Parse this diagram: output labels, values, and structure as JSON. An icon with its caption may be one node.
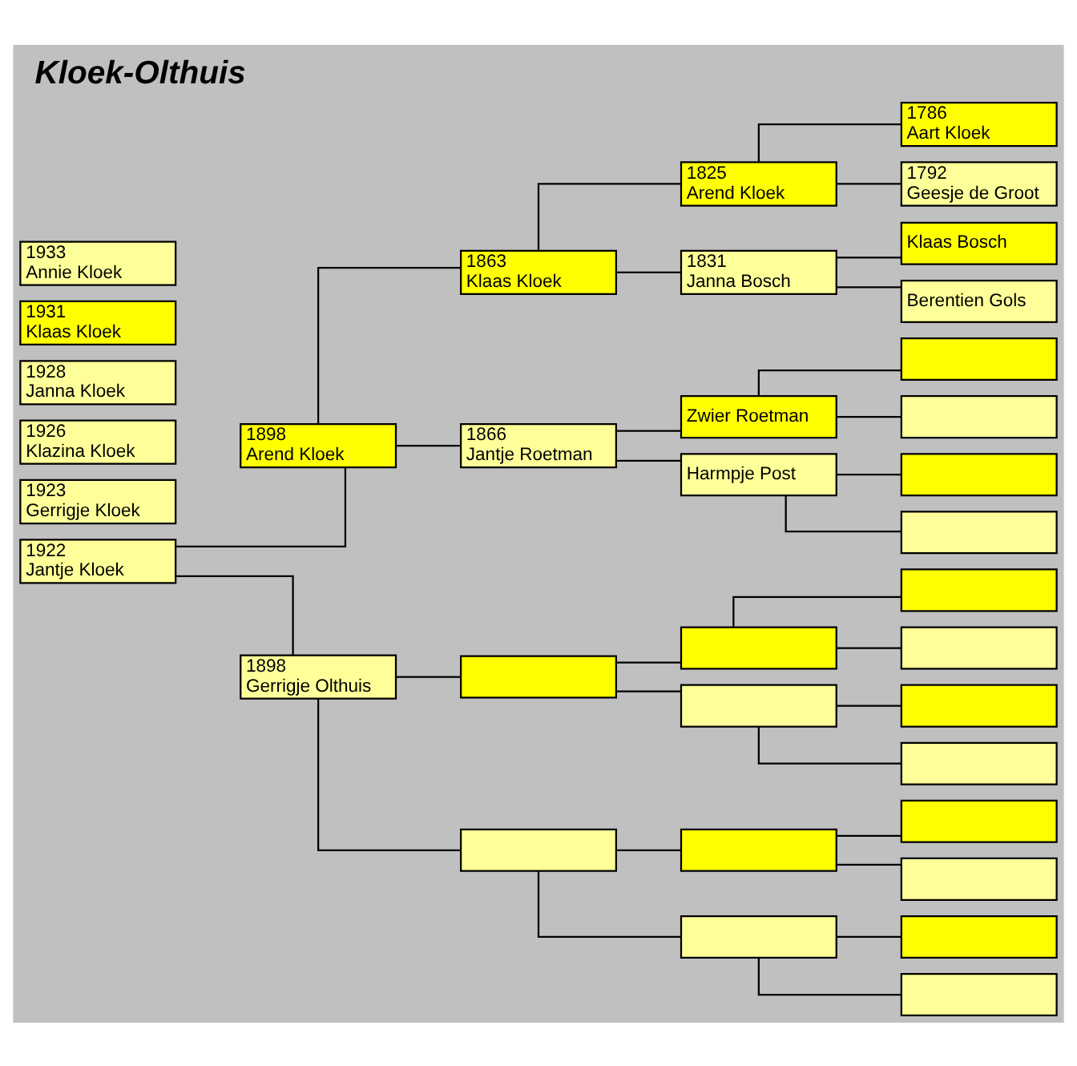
{
  "diagram": {
    "title": "Kloek-Olthuis",
    "nodes": [
      {
        "text": [
          "1922",
          "Jantje Kloek"
        ]
      },
      {
        "text": [
          "1923",
          "Gerrigje Kloek"
        ]
      },
      {
        "text": [
          "1926",
          "Klazina Kloek"
        ]
      },
      {
        "text": [
          "1928",
          "Janna Kloek"
        ]
      },
      {
        "text": [
          "1931",
          "Klaas Kloek"
        ]
      },
      {
        "text": [
          "1933",
          "Annie Kloek"
        ]
      },
      {
        "text": [
          "1898",
          "Arend Kloek"
        ]
      },
      {
        "text": [
          "1898",
          "Gerrigje Olthuis"
        ]
      },
      {
        "text": [
          "1863",
          "Klaas Kloek"
        ]
      },
      {
        "text": [
          "1866",
          "Jantje Roetman"
        ]
      },
      {
        "text": [],
        "shape": "box"
      },
      {
        "text": [],
        "shape": "box"
      },
      {
        "text": [
          "1825",
          "Arend Kloek"
        ]
      },
      {
        "text": [
          "1831",
          "Janna Bosch"
        ]
      },
      {
        "text": [
          "Zwier Roetman"
        ]
      },
      {
        "text": [
          "Harmpje Post"
        ]
      },
      {
        "text": [],
        "shape": "box"
      },
      {
        "text": [],
        "shape": "box"
      },
      {
        "text": [],
        "shape": "box"
      },
      {
        "text": [],
        "shape": "box"
      },
      {
        "text": [
          "1786",
          "Aart Kloek"
        ]
      },
      {
        "text": [
          "1792",
          "Geesje de Groot"
        ]
      },
      {
        "text": [
          "Klaas Bosch"
        ]
      },
      {
        "text": [
          "Berentien Gols"
        ]
      },
      {
        "text": [],
        "shape": "box"
      },
      {
        "text": [],
        "shape": "box"
      },
      {
        "text": [],
        "shape": "box"
      },
      {
        "text": [],
        "shape": "box"
      },
      {
        "text": [],
        "shape": "box"
      },
      {
        "text": [],
        "shape": "box"
      },
      {
        "text": [],
        "shape": "box"
      },
      {
        "text": [],
        "shape": "box"
      },
      {
        "text": [],
        "shape": "box"
      },
      {
        "text": [],
        "shape": "box"
      },
      {
        "text": [],
        "shape": "box"
      },
      {
        "text": [],
        "shape": "box"
      }
    ],
    "edges": [
      {
        "from": 0,
        "to": 6,
        "arrow": "none"
      },
      {
        "from": 0,
        "to": 7,
        "arrow": "none"
      },
      {
        "from": 6,
        "to": 8,
        "arrow": "none"
      },
      {
        "from": 6,
        "to": 9,
        "arrow": "none"
      },
      {
        "from": 7,
        "to": 10,
        "arrow": "none"
      },
      {
        "from": 7,
        "to": 11,
        "arrow": "none"
      },
      {
        "from": 8,
        "to": 12,
        "arrow": "none"
      },
      {
        "from": 8,
        "to": 13,
        "arrow": "none"
      },
      {
        "from": 9,
        "to": 14,
        "arrow": "none"
      },
      {
        "from": 9,
        "to": 15,
        "arrow": "none"
      },
      {
        "from": 10,
        "to": 16,
        "arrow": "none"
      },
      {
        "from": 10,
        "to": 17,
        "arrow": "none"
      },
      {
        "from": 11,
        "to": 18,
        "arrow": "none"
      },
      {
        "from": 11,
        "to": 19,
        "arrow": "none"
      },
      {
        "from": 12,
        "to": 20,
        "arrow": "none"
      },
      {
        "from": 12,
        "to": 21,
        "arrow": "none"
      },
      {
        "from": 13,
        "to": 22,
        "arrow": "none"
      },
      {
        "from": 13,
        "to": 23,
        "arrow": "none"
      },
      {
        "from": 14,
        "to": 24,
        "arrow": "none"
      },
      {
        "from": 14,
        "to": 25,
        "arrow": "none"
      },
      {
        "from": 15,
        "to": 26,
        "arrow": "none"
      },
      {
        "from": 15,
        "to": 27,
        "arrow": "none"
      },
      {
        "from": 16,
        "to": 28,
        "arrow": "none"
      },
      {
        "from": 16,
        "to": 29,
        "arrow": "none"
      },
      {
        "from": 17,
        "to": 30,
        "arrow": "none"
      },
      {
        "from": 17,
        "to": 31,
        "arrow": "none"
      },
      {
        "from": 18,
        "to": 32,
        "arrow": "none"
      },
      {
        "from": 18,
        "to": 33,
        "arrow": "none"
      },
      {
        "from": 19,
        "to": 34,
        "arrow": "none"
      },
      {
        "from": 19,
        "to": 35,
        "arrow": "none"
      }
    ]
  }
}
